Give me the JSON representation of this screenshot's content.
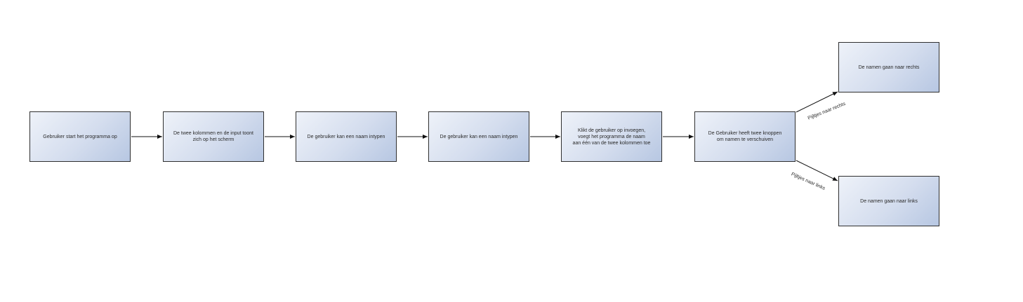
{
  "nodes": [
    {
      "id": "start",
      "label": "Gebruiker start het programma op"
    },
    {
      "id": "columns",
      "label": "De twee kolommen en de input toont\nzich op het scherm"
    },
    {
      "id": "type-name-1",
      "label": "De gebruiker kan een naam intypen"
    },
    {
      "id": "type-name-2",
      "label": "De gebruiker kan een naam intypen"
    },
    {
      "id": "insert",
      "label": "Klikt de gebruiker op invoegen,\nvoegt het programma de naam\naan één van de twee kolommen toe"
    },
    {
      "id": "two-buttons",
      "label": "De Gebruiker heeft twee knoppen\nom namen te verschuiven"
    },
    {
      "id": "right",
      "label": "De namen gaan naar rechts"
    },
    {
      "id": "left",
      "label": "De namen gaan naar links"
    }
  ],
  "edges": [
    {
      "from": "start",
      "to": "columns",
      "label": ""
    },
    {
      "from": "columns",
      "to": "type-name-1",
      "label": ""
    },
    {
      "from": "type-name-1",
      "to": "type-name-2",
      "label": ""
    },
    {
      "from": "type-name-2",
      "to": "insert",
      "label": ""
    },
    {
      "from": "insert",
      "to": "two-buttons",
      "label": ""
    },
    {
      "from": "two-buttons",
      "to": "right",
      "label": "Pijltjes naar rechts"
    },
    {
      "from": "two-buttons",
      "to": "left",
      "label": "Pijltjes naar links"
    }
  ],
  "colors": {
    "box_fill_light": "#eef2f9",
    "box_fill_dark": "#b7c7e2",
    "stroke": "#2f2f2f"
  }
}
